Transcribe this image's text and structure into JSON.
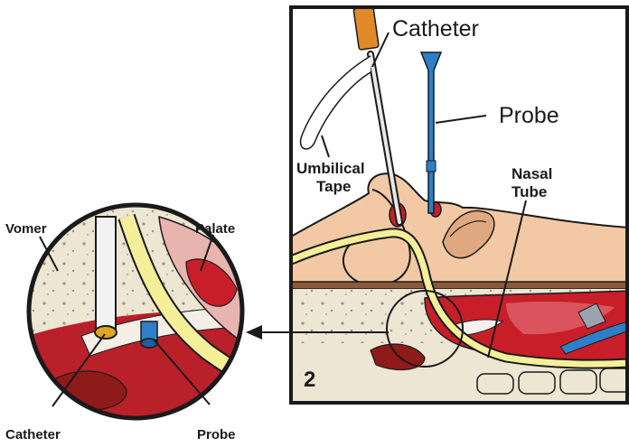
{
  "labels": {
    "catheter_top": "Catheter",
    "probe_top": "Probe",
    "umbilical_line1": "Umbilical",
    "umbilical_line2": "Tape",
    "nasal_line1": "Nasal",
    "nasal_line2": "Tube",
    "vomer": "Vomer",
    "palate": "Palate",
    "catheter_bottom": "Catheter",
    "probe_bottom": "Probe",
    "panel_number": "2"
  },
  "colors": {
    "outline": "#1a1a1a",
    "skin": "#f2c9a4",
    "skin_dark": "#e0a880",
    "tube_yellow": "#f5ef9a",
    "probe_blue": "#2f7fc8",
    "catheter_orange": "#e08a2a",
    "tissue_red": "#c81e2a",
    "tissue_pink": "#e8b4b0",
    "bone": "#ede6d2"
  }
}
